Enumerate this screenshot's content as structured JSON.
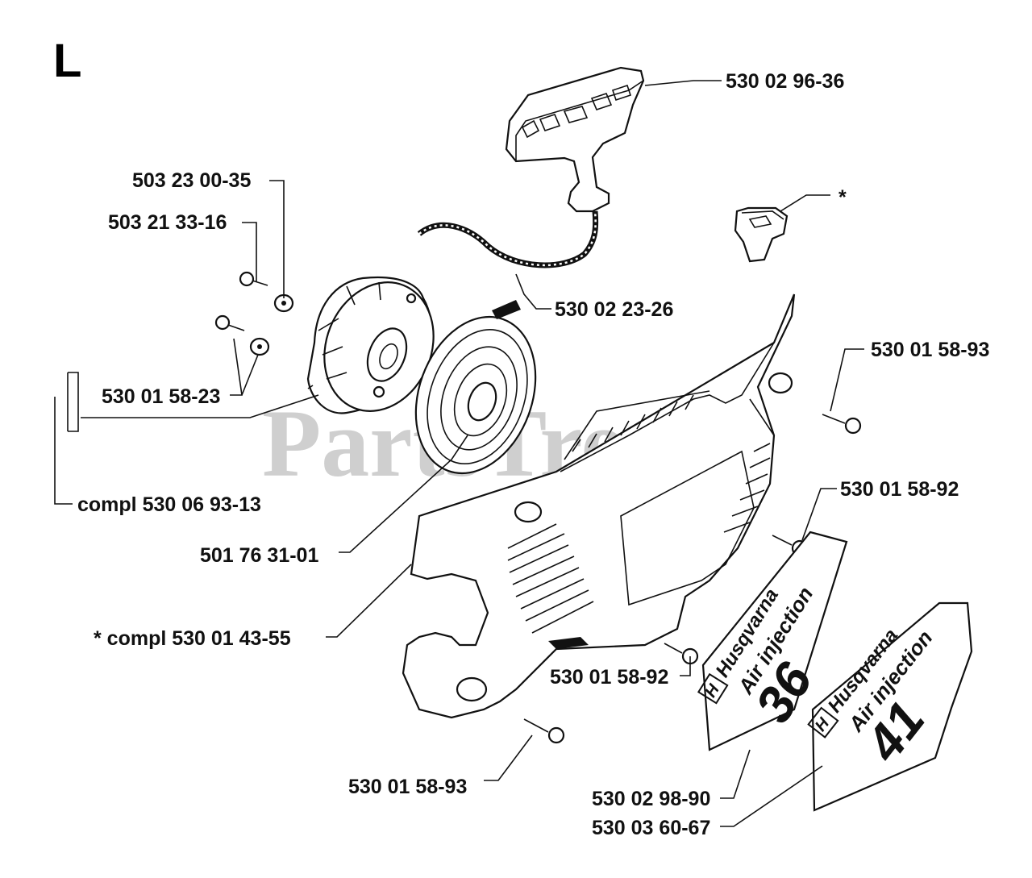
{
  "section_letter": "L",
  "watermark": "PartsTree",
  "decal_36": {
    "brand": "Husqvarna",
    "subtitle": "Air injection",
    "model": "36"
  },
  "decal_41": {
    "brand": "Husqvarna",
    "subtitle": "Air injection",
    "model": "41"
  },
  "labels": {
    "handle": "530 02 96-36",
    "asterisk_top": "*",
    "washer": "503 23 00-35",
    "screw_small": "503 21 33-16",
    "rope": "530 02 23-26",
    "screw_right_top": "530 01 58-93",
    "pulley_parts": "530 01 58-23",
    "screw_right_mid": "530 01 58-92",
    "compl_pulley": "compl 530 06 93-13",
    "spring": "501 76 31-01",
    "compl_cover": "*  compl 530 01 43-55",
    "screw_center": "530 01 58-92",
    "screw_bottom": "530 01 58-93",
    "decal_36_part": "530 02 98-90",
    "decal_41_part": "530 03 60-67"
  }
}
